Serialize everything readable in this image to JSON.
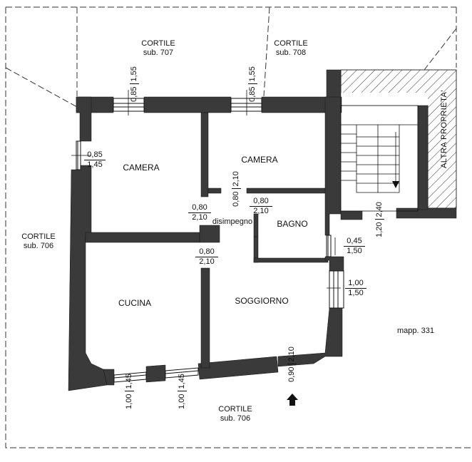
{
  "areas": {
    "cortile_707": [
      "CORTILE",
      "sub. 707"
    ],
    "cortile_708": [
      "CORTILE",
      "sub. 708"
    ],
    "cortile_706_left": [
      "CORTILE",
      "sub. 706"
    ],
    "cortile_706_bottom": [
      "CORTILE",
      "sub. 706"
    ],
    "mappale": "mapp. 331",
    "altra_proprieta": "ALTRA PROPRIETA'"
  },
  "rooms": {
    "camera_left": "CAMERA",
    "camera_right": "CAMERA",
    "bagno": "BAGNO",
    "disimpegno": "disimpegno",
    "cucina": "CUCINA",
    "soggiorno": "SOGGIORNO"
  },
  "dimensions": {
    "win_top_left": [
      "0,85",
      "1,55"
    ],
    "win_top_right": [
      "0,85",
      "1,55"
    ],
    "win_left_camera": [
      "0,85",
      "1,45"
    ],
    "door_camera_left": [
      "0,80",
      "2,10"
    ],
    "door_camera_right": [
      "0,80",
      "2,10"
    ],
    "door_bagno": [
      "0,80",
      "2,10"
    ],
    "door_cucina": [
      "0,80",
      "2,10"
    ],
    "win_bagno": [
      "0,45",
      "1,50"
    ],
    "win_soggiorno": [
      "1,00",
      "1,50"
    ],
    "door_entrance": [
      "0,90",
      "2,10"
    ],
    "door_stairs": [
      "1,20",
      "2,40"
    ],
    "win_cucina_1": [
      "1,00",
      "1,45"
    ],
    "win_cucina_2": [
      "1,00",
      "1,45"
    ]
  },
  "colors": {
    "wall": "#3a3a3a",
    "line": "#111111",
    "hatch": "#333333"
  },
  "icons": {
    "entrance": "entrance-arrow-icon",
    "stairs": "stairs-down-arrow-icon"
  }
}
